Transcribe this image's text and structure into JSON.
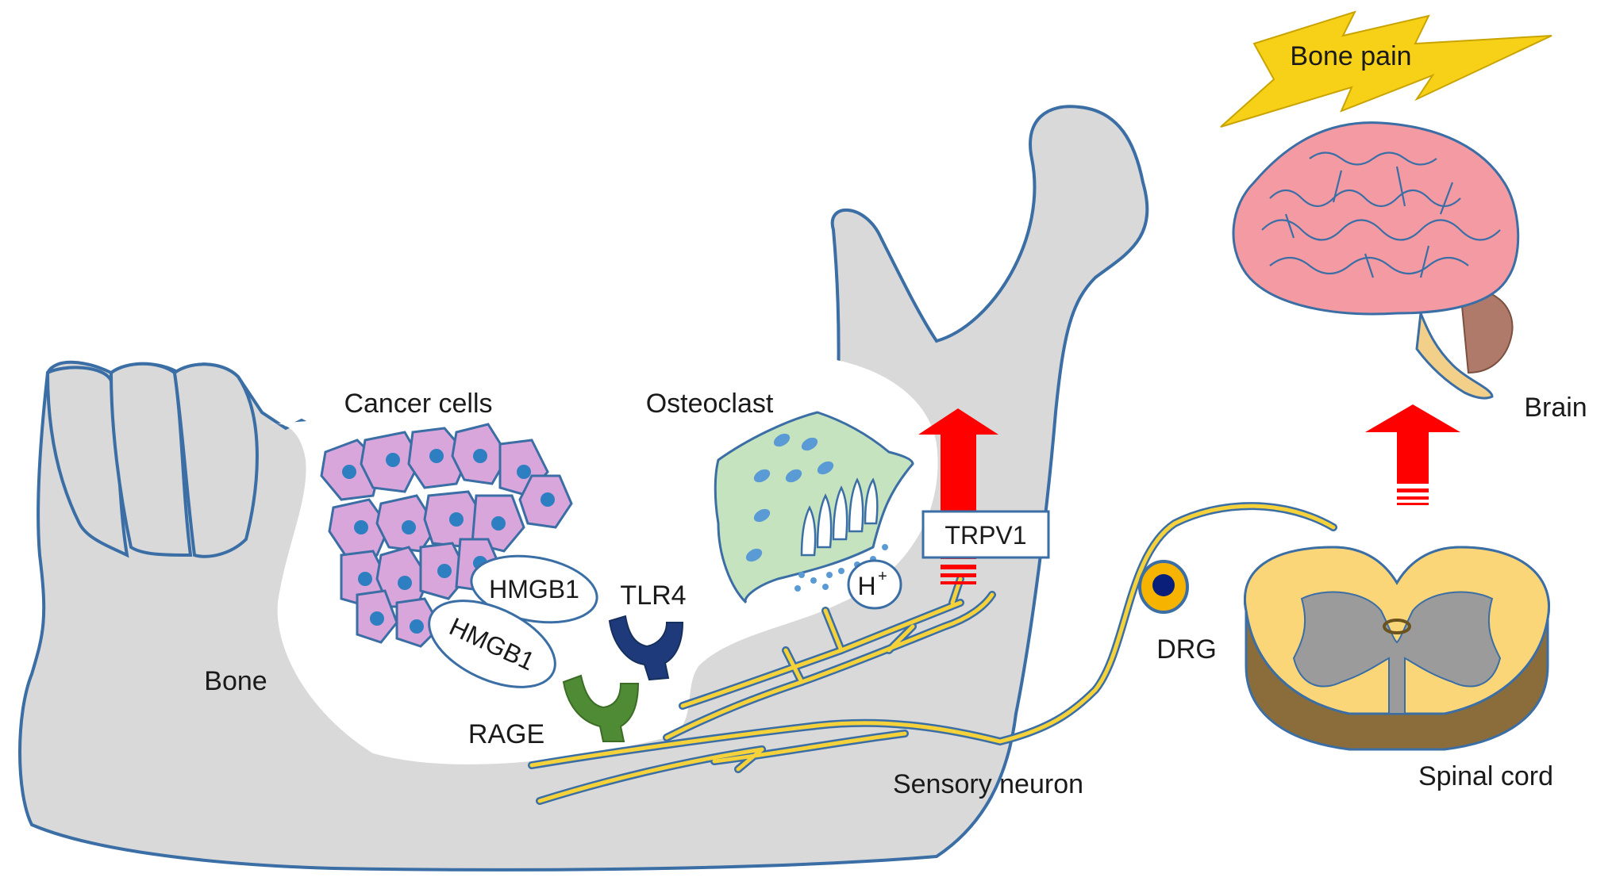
{
  "labels": {
    "bone_pain": "Bone pain",
    "brain": "Brain",
    "cancer_cells": "Cancer cells",
    "osteoclast": "Osteoclast",
    "hmgb1_upper": "HMGB1",
    "hmgb1_lower": "HMGB1",
    "tlr4": "TLR4",
    "rage": "RAGE",
    "bone": "Bone",
    "h_ion": "H",
    "h_ion_sup": "+",
    "trpv1": "TRPV1",
    "drg": "DRG",
    "sensory_neuron": "Sensory neuron",
    "spinal_cord": "Spinal cord"
  },
  "colors": {
    "bone_fill": "#d9d9d9",
    "outline_blue": "#3a6ea5",
    "cancer_cell_fill": "#d9a6dc",
    "cancer_nucleus": "#2e7fc1",
    "osteoclast_fill": "#c6e3c0",
    "osteoclast_vesicle": "#5b9bd5",
    "tlr4_receptor": "#1f3a7a",
    "rage_receptor": "#4f8a34",
    "nerve_yellow": "#f5d23a",
    "arrow_red": "#ff0000",
    "lightning_yellow": "#f7d117",
    "brain_pink": "#f39aa3",
    "spinal_cord_yellow": "#fbd679",
    "spinal_grey_matter": "#9b9b9b",
    "drg_orange": "#f6b400",
    "drg_core": "#0a1f7a"
  }
}
